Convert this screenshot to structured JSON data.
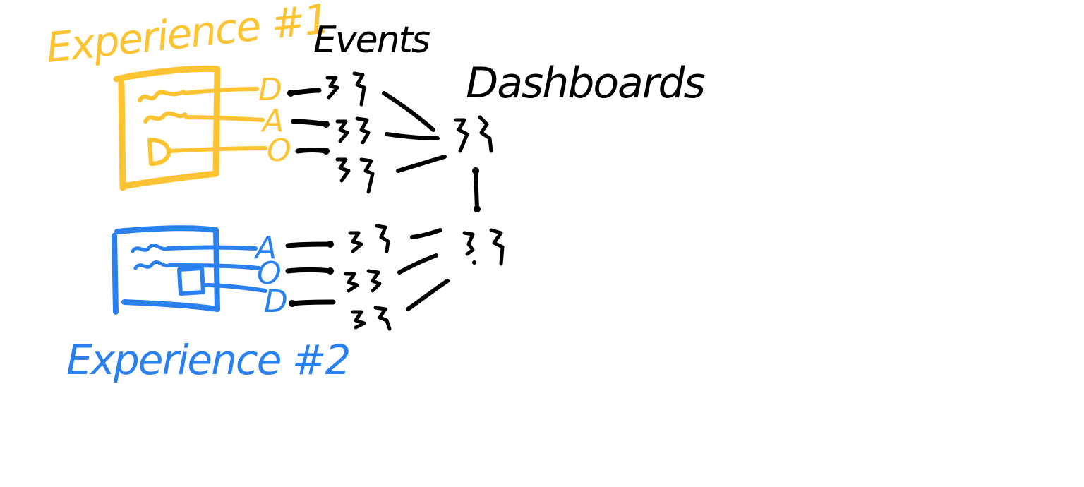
{
  "colors": {
    "experience_1": "#FDC330",
    "experience_2": "#2A80EC",
    "ink": "#000000",
    "background": "#FFFFFF"
  },
  "labels": {
    "experience_1": "Experience #1",
    "experience_2": "Experience #2",
    "events": "Events",
    "dashboards": "Dashboards"
  },
  "experience_1": {
    "markers": [
      "D",
      "A",
      "O"
    ]
  },
  "experience_2": {
    "markers": [
      "A",
      "O",
      "D"
    ]
  }
}
